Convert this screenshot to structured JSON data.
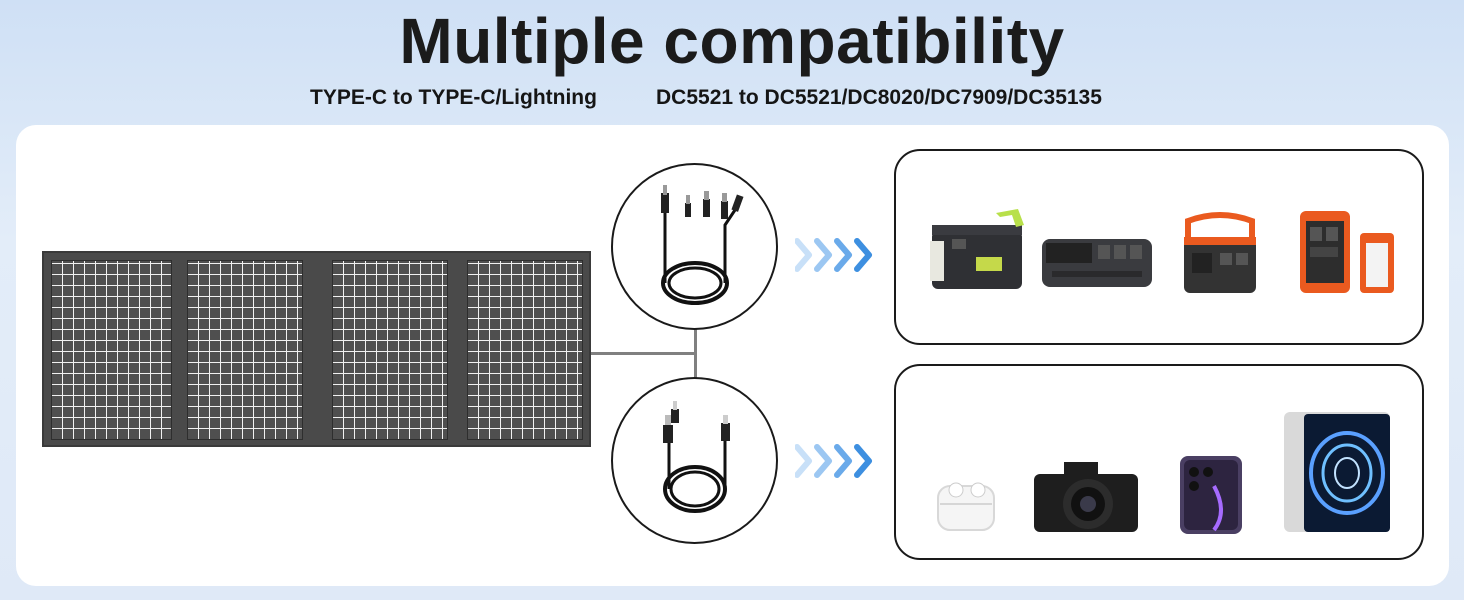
{
  "title": "Multiple compatibility",
  "subtitle_left": "TYPE-C to TYPE-C/Lightning",
  "subtitle_right": "DC5521 to DC5521/DC8020/DC7909/DC35135",
  "colors": {
    "arrow_light": "#bcd9f6",
    "arrow_dark": "#3d8fe0",
    "orange": "#ea5a1f",
    "lime": "#b8e04a"
  },
  "devices_top": [
    "power-station-1",
    "power-station-2",
    "power-station-3",
    "power-station-4"
  ],
  "devices_bottom": [
    "earbuds",
    "camera",
    "smartphone",
    "tablet"
  ]
}
